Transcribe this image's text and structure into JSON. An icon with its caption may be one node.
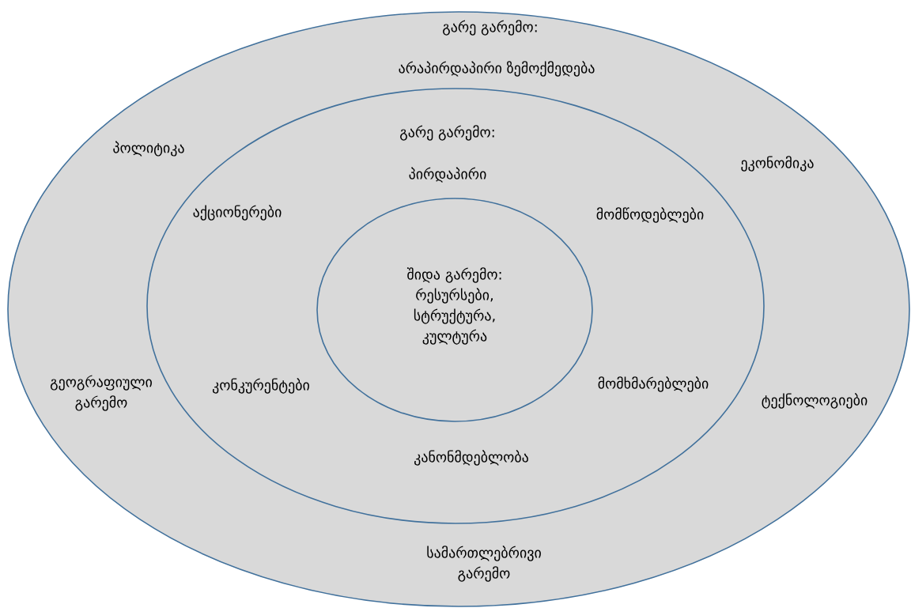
{
  "diagram": {
    "nodes": [
      {
        "text": [
          "გარე გარემო:",
          "არაპირდაპირი ზემოქმედება"
        ]
      },
      {
        "text": [
          "გარე გარემო:",
          "პირდაპირი"
        ],
        "in": 0
      },
      {
        "text": [
          "შიდა გარემო: რესურსები, სტრუქტურა, კულტურა"
        ],
        "in": 1
      }
    ],
    "labels": [
      "პოლიტიკა",
      "ეკონომიკა",
      "აქციონერები",
      "მომწოდებლები",
      "გეოგრაფიული გარემო",
      "კონკურენტები",
      "მომხმარებლები",
      "ტექნოლოგიები",
      "კანონმდებლობა",
      "სამართლებრივი გარემო"
    ]
  }
}
